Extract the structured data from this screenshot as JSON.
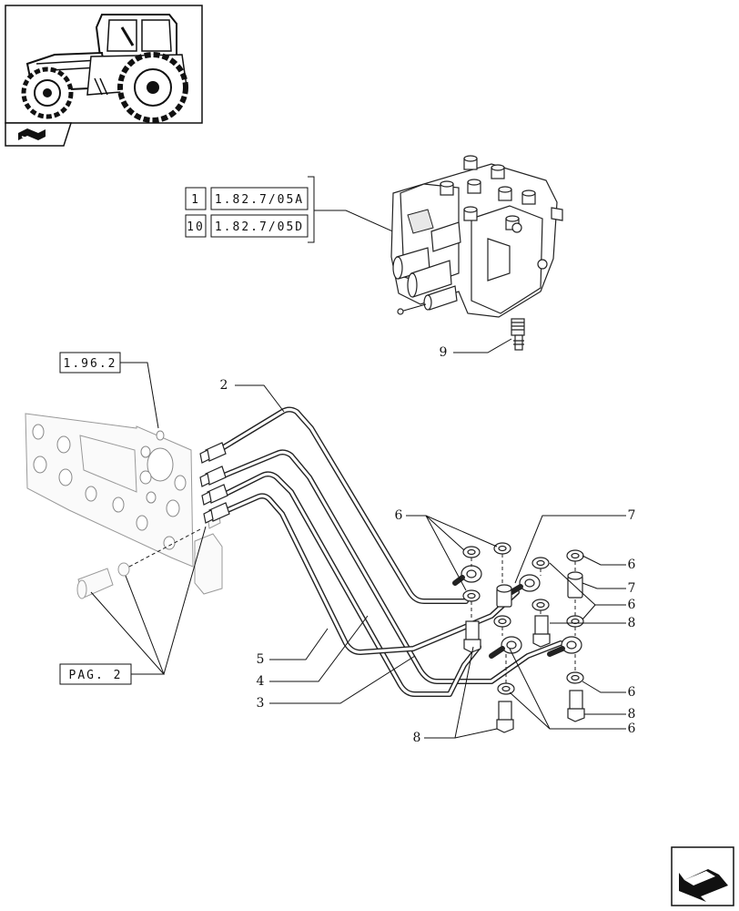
{
  "reference_boxes": [
    {
      "qty": "1",
      "code": "1.82.7/05A"
    },
    {
      "qty": "10",
      "code": "1.82.7/05D"
    }
  ],
  "ref_plate": "1.96.2",
  "ref_page": "PAG. 2",
  "callouts": {
    "c2": "2",
    "c3": "3",
    "c4": "4",
    "c5": "5",
    "c6a": "6",
    "c6b": "6",
    "c6c": "6",
    "c6d": "6",
    "c6e": "6",
    "c7a": "7",
    "c7b": "7",
    "c8a": "8",
    "c8b": "8",
    "c8c": "8",
    "c9": "9"
  },
  "icons": {
    "thumbnail": "tractor-icon",
    "section": "section-book-icon",
    "next": "next-page-arrow-icon"
  }
}
